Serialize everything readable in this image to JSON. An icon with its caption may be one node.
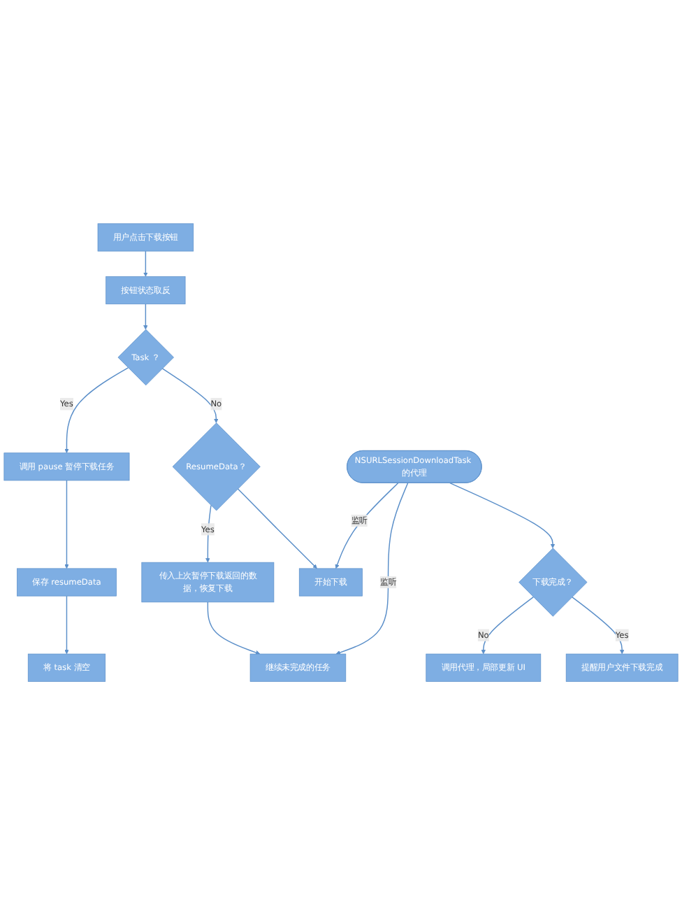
{
  "diagram": {
    "nodes": [
      {
        "text": [
          "用户点击下载按钮"
        ]
      },
      {
        "text": [
          "按钮状态取反"
        ]
      },
      {
        "text": [
          "Task ？"
        ]
      },
      {
        "text": [
          "调用 pause 暂停下载任务"
        ]
      },
      {
        "text": [
          "保存 resumeData"
        ]
      },
      {
        "text": [
          "将 task 清空"
        ]
      },
      {
        "text": [
          "ResumeData？"
        ]
      },
      {
        "text": [
          "传入上次暂停下载返回的数据，恢复下载"
        ]
      },
      {
        "text": [
          "继续未完成的任务"
        ]
      },
      {
        "text": [
          "开始下载"
        ]
      },
      {
        "text": [
          "NSURLSessionDownloadTask 的代理"
        ]
      },
      {
        "text": [
          "下载完成？"
        ]
      },
      {
        "text": [
          "调用代理，局部更新 UI"
        ]
      },
      {
        "text": [
          "提醒用户文件下载完成"
        ]
      }
    ],
    "edges": [
      {
        "from": 0,
        "to": 1,
        "arrow": "to"
      },
      {
        "from": 1,
        "to": 2,
        "arrow": "to"
      },
      {
        "from": 2,
        "to": 3,
        "arrow": "to",
        "label": "Yes"
      },
      {
        "from": 3,
        "to": 4,
        "arrow": "to"
      },
      {
        "from": 4,
        "to": 5,
        "arrow": "to"
      },
      {
        "from": 2,
        "to": 6,
        "arrow": "to",
        "label": "No"
      },
      {
        "from": 6,
        "to": 7,
        "arrow": "to",
        "label": "Yes"
      },
      {
        "from": 7,
        "to": 8,
        "arrow": "to"
      },
      {
        "from": 6,
        "to": 9,
        "arrow": "to"
      },
      {
        "from": 10,
        "to": 9,
        "arrow": "to",
        "label": "监听"
      },
      {
        "from": 10,
        "to": 8,
        "arrow": "to",
        "label": "监听"
      },
      {
        "from": 10,
        "to": 11,
        "arrow": "to"
      },
      {
        "from": 11,
        "to": 12,
        "arrow": "to",
        "label": "No"
      },
      {
        "from": 11,
        "to": 13,
        "arrow": "to",
        "label": "Yes"
      }
    ]
  }
}
